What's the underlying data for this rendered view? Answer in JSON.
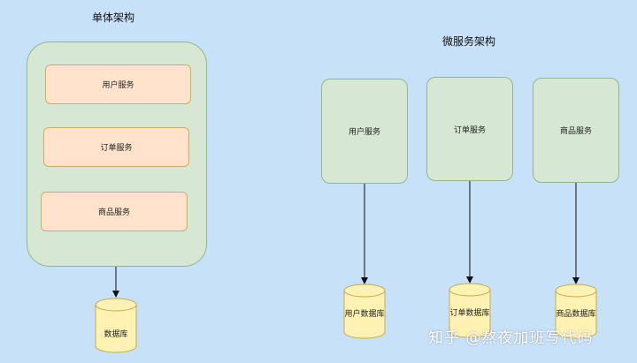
{
  "monolith": {
    "title": "单体架构",
    "services": [
      "用户服务",
      "订单服务",
      "商品服务"
    ],
    "database": "数据库"
  },
  "microservices": {
    "title": "微服务架构",
    "services": [
      "用户服务",
      "订单服务",
      "商品服务"
    ],
    "databases": [
      "用户数据库",
      "订单数据库",
      "商品数据库"
    ]
  },
  "watermark": "知乎 @熬夜加班写代码",
  "colors": {
    "background": "#c7e1f9",
    "container_fill": "#d6e8d3",
    "service_fill": "#ffe3cc",
    "database_fill": "#fff2b3"
  }
}
